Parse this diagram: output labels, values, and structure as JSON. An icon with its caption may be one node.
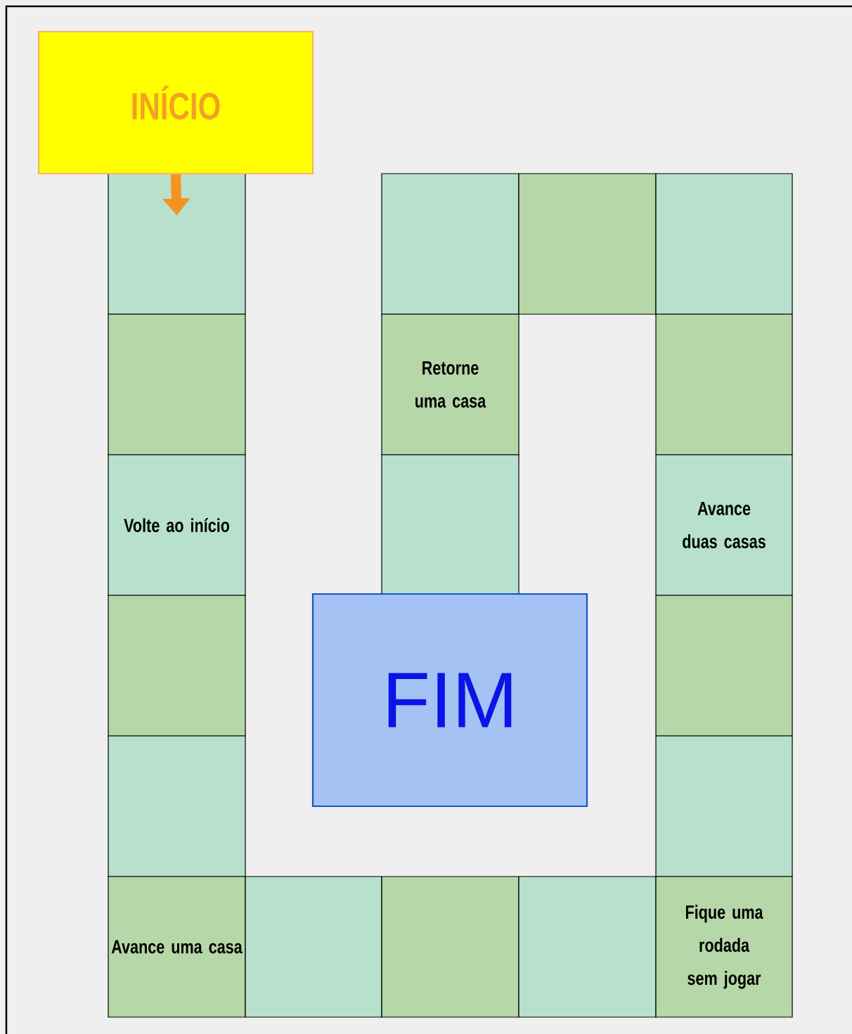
{
  "diagram": {
    "nodes": [
      {
        "text": [
          "INÍCIO"
        ]
      },
      {
        "text": [],
        "shape": "box"
      },
      {
        "text": [],
        "shape": "box"
      },
      {
        "text": [],
        "shape": "box"
      },
      {
        "text": [],
        "shape": "box"
      },
      {
        "text": [],
        "shape": "box"
      },
      {
        "text": [
          "Retorne uma casa"
        ]
      },
      {
        "text": [],
        "shape": "box"
      },
      {
        "text": [
          "Volte ao início"
        ]
      },
      {
        "text": [],
        "shape": "box"
      },
      {
        "text": [
          "Avance duas casas"
        ]
      },
      {
        "text": [
          "FIM"
        ]
      },
      {
        "text": [],
        "shape": "box"
      },
      {
        "text": [],
        "shape": "box"
      },
      {
        "text": [],
        "shape": "box"
      },
      {
        "text": [],
        "shape": "box"
      },
      {
        "text": [
          "Avance uma casa"
        ]
      },
      {
        "text": [],
        "shape": "box"
      },
      {
        "text": [],
        "shape": "box"
      },
      {
        "text": [],
        "shape": "box"
      },
      {
        "text": [
          "Fique uma rodada sem jogar"
        ]
      }
    ],
    "edges": [
      {
        "from": 0,
        "to": 1,
        "arrow": "to"
      }
    ]
  }
}
